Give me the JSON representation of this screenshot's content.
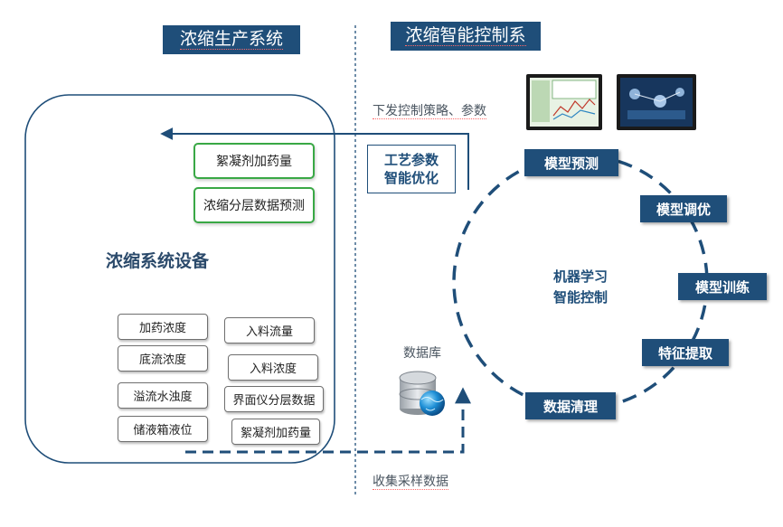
{
  "titles": {
    "left": "浓缩生产系统",
    "right": "浓缩智能控制系"
  },
  "device": {
    "heading": "浓缩系统设备",
    "outputs": [
      "絮凝剂加药量",
      "浓缩分层数据预测"
    ],
    "sensors_left": [
      "加药浓度",
      "底流浓度",
      "溢流水浊度",
      "储液箱液位"
    ],
    "sensors_right": [
      "入料流量",
      "入料浓度",
      "界面仪分层数据",
      "絮凝剂加药量"
    ]
  },
  "flow": {
    "downlink": "下发控制策略、参数",
    "uplink": "收集采样数据",
    "database": "数据库",
    "optimize": [
      "工艺参数",
      "智能优化"
    ]
  },
  "cycle": {
    "center": [
      "机器学习",
      "智能控制"
    ],
    "stages": [
      "模型预测",
      "模型调优",
      "模型训练",
      "特征提取",
      "数据清理"
    ]
  },
  "icons": {
    "monitors": "control-screen-icon",
    "database": "database-globe-icon"
  },
  "colors": {
    "primary": "#1f4e79",
    "accent_green": "#39a845",
    "dash": "#1f4e79"
  }
}
